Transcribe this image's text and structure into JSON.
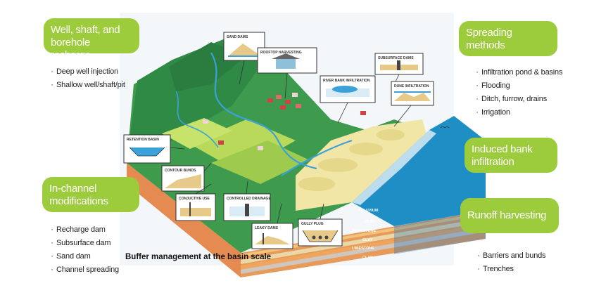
{
  "left_groups": [
    {
      "title_lines": [
        "Well, shaft, and",
        "borehole recharge"
      ],
      "items": [
        "Deep well injection",
        "Shallow well/shaft/pit"
      ]
    },
    {
      "title_lines": [
        "In-channel",
        "modifications"
      ],
      "items": [
        "Recharge dam",
        "Subsurface dam",
        "Sand dam",
        "Channel spreading"
      ]
    }
  ],
  "right_groups": [
    {
      "title_lines": [
        "Spreading",
        "methods"
      ],
      "items": [
        "Infiltration pond & basins",
        "Flooding",
        "Ditch, furrow, drains",
        "Irrigation"
      ]
    },
    {
      "title_lines": [
        "Induced bank",
        "infiltration"
      ],
      "items": []
    },
    {
      "title_lines": [
        "Runoff harvesting"
      ],
      "items": [
        "Barriers and bunds",
        "Trenches"
      ]
    }
  ],
  "callouts": [
    "SAND DAMS",
    "ROOFTOP HARVESTING",
    "RIVER BANK INFILTRATION",
    "SUBSURFACE DAMS",
    "DUNE INFILTRATION",
    "RETENTION BASIN",
    "CONTOUR BUNDS",
    "CONJUCTIVE USE",
    "CONTROLLED DRAINAGE",
    "LEAKY DAMS",
    "GULLY PLUG"
  ],
  "strata": [
    "ALLUVIUM",
    "CLAY",
    "SANDSTONE",
    "CLAY",
    "LIMESTONE",
    "CLAY"
  ],
  "caption": "Buffer management at the basin scale",
  "colors": {
    "label_green": "#9ccb3b",
    "grass": "#3e9b4d",
    "light_grass": "#7fc04d",
    "sea": "#1f8ec4",
    "sand": "#f1e6a6",
    "soil": "#e58a51"
  }
}
